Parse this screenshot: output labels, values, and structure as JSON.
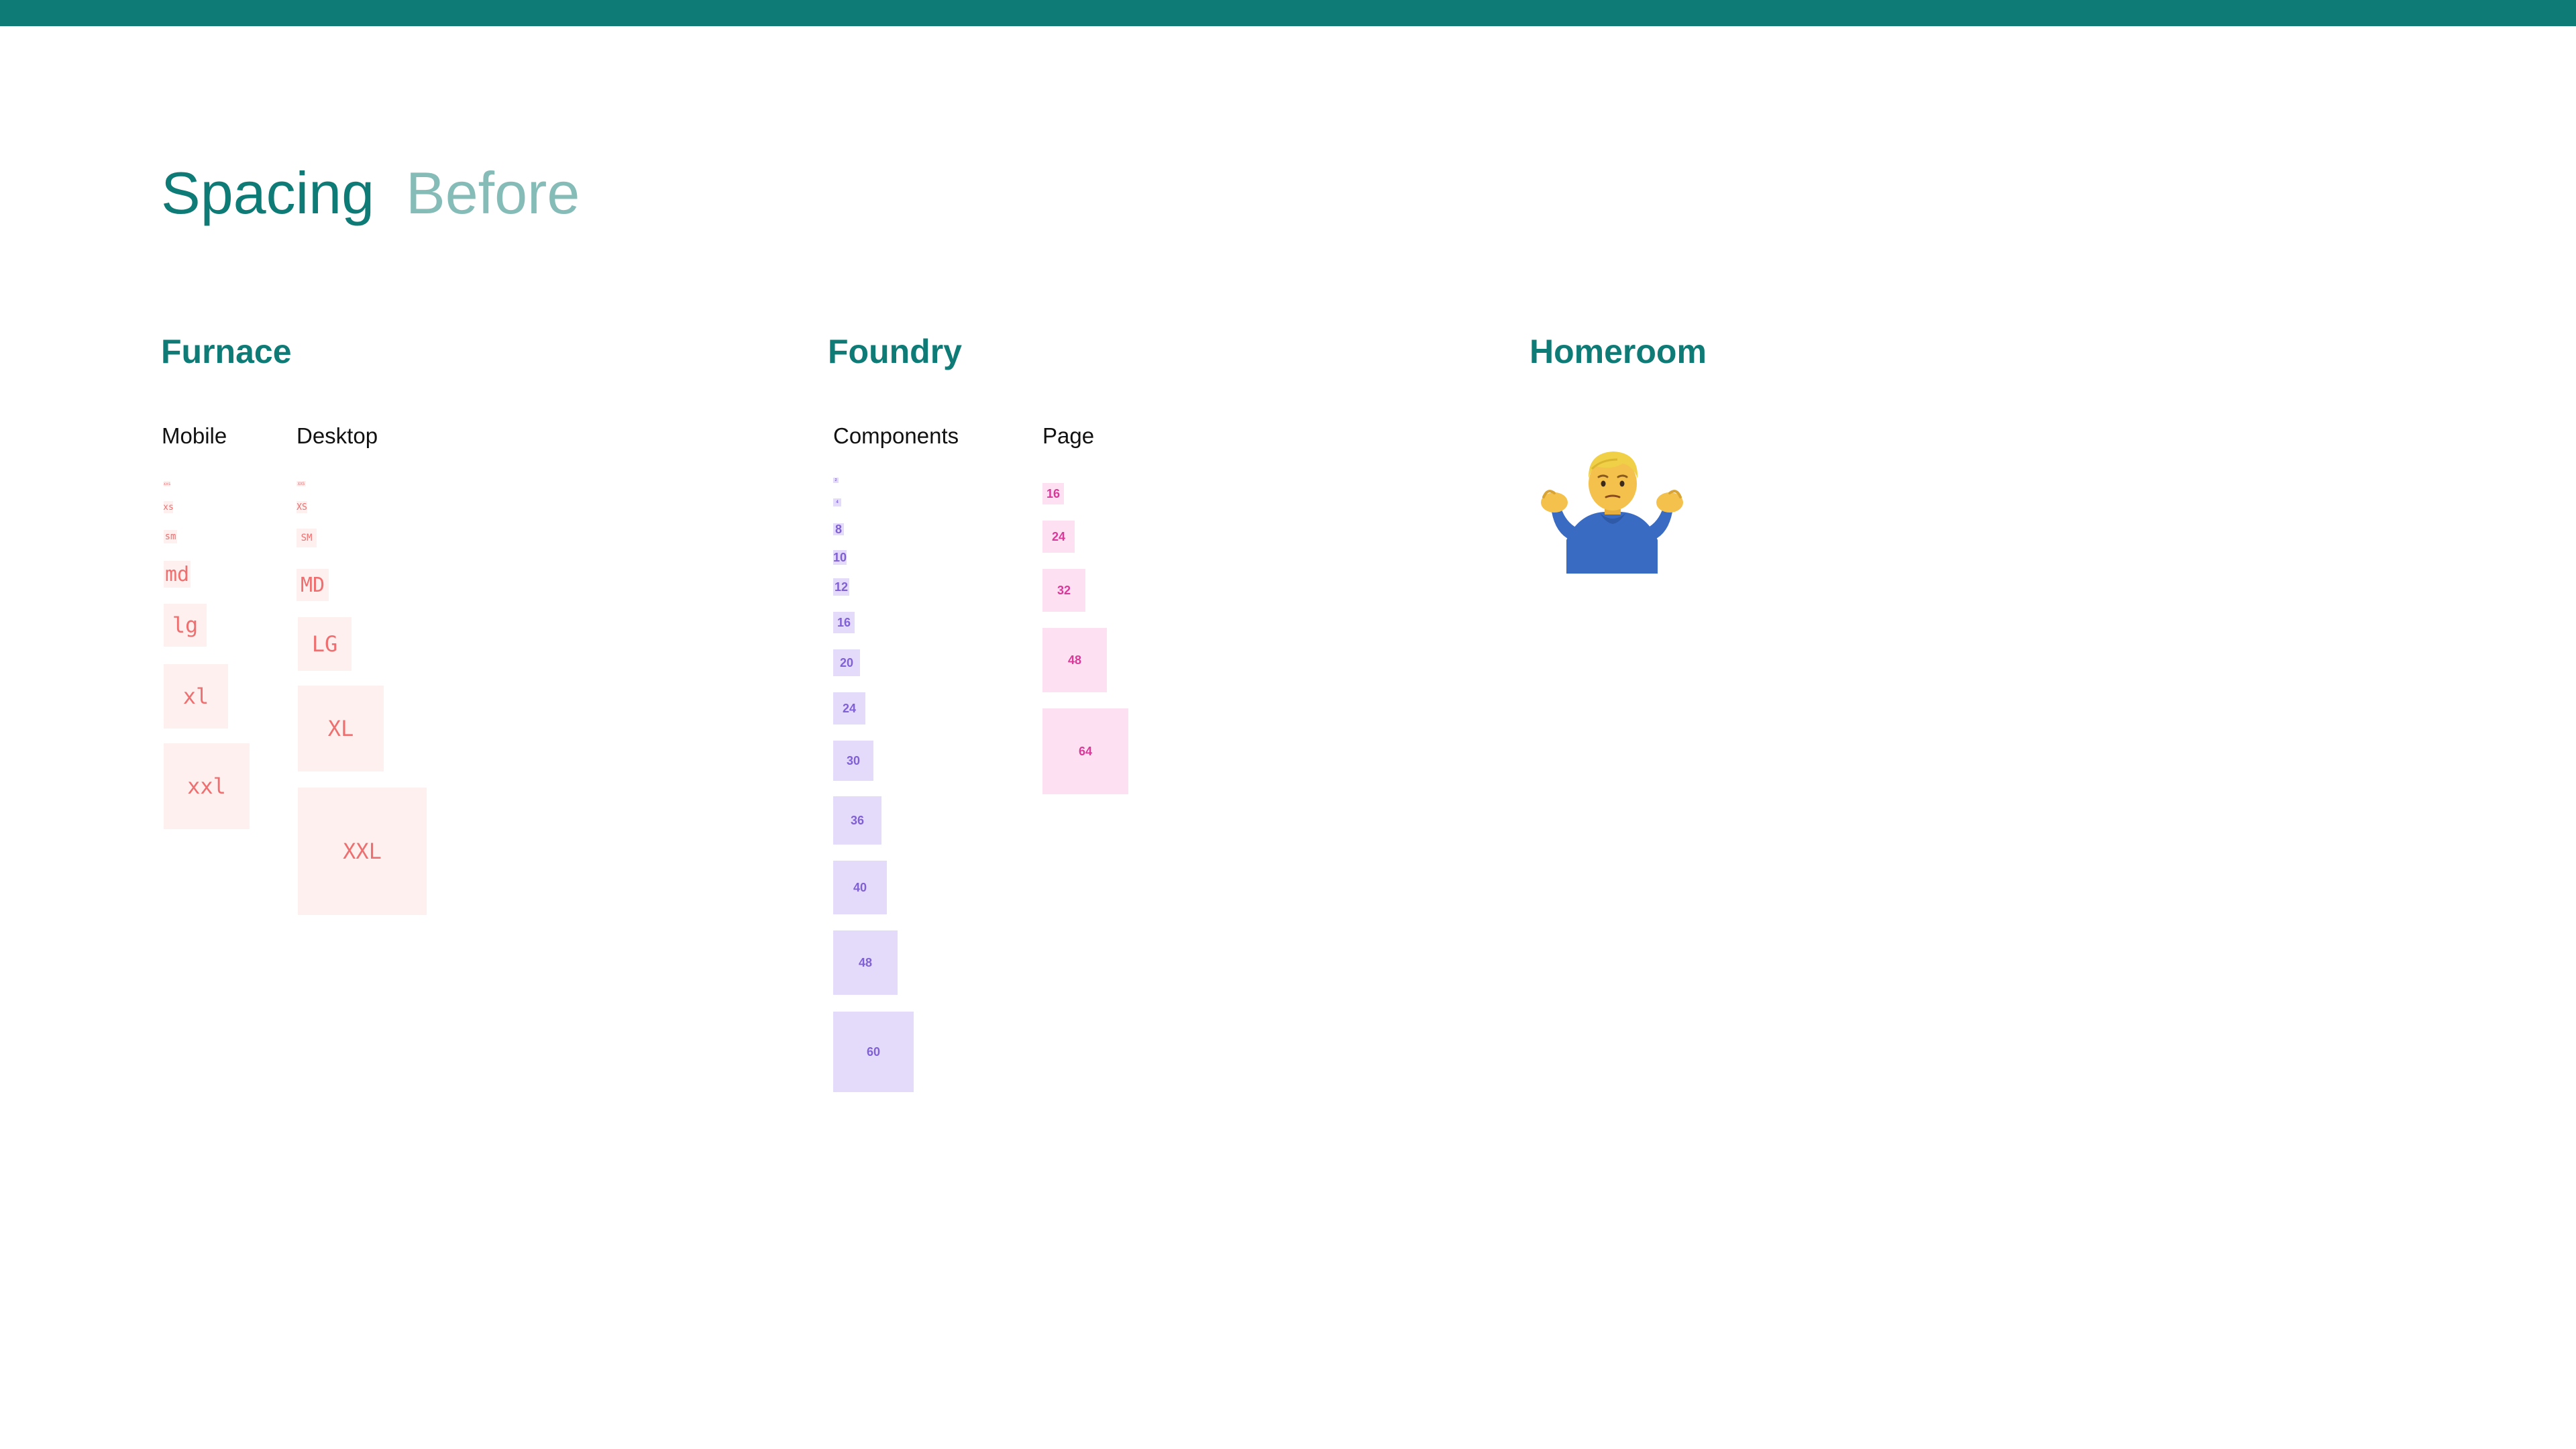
{
  "header": {
    "title": "Spacing",
    "subtitle": "Before",
    "bar_color": "#0f7b76"
  },
  "sections": {
    "furnace": {
      "title": "Furnace",
      "mobile_label": "Mobile",
      "desktop_label": "Desktop",
      "mobile": [
        "xxs",
        "xs",
        "sm",
        "md",
        "lg",
        "xl",
        "xxl"
      ],
      "desktop": [
        "XXS",
        "XS",
        "SM",
        "MD",
        "LG",
        "XL",
        "XXL"
      ]
    },
    "foundry": {
      "title": "Foundry",
      "components_label": "Components",
      "page_label": "Page",
      "components": [
        "2",
        "4",
        "8",
        "10",
        "12",
        "16",
        "20",
        "24",
        "30",
        "36",
        "40",
        "48",
        "60"
      ],
      "page": [
        "16",
        "24",
        "32",
        "48",
        "64"
      ]
    },
    "homeroom": {
      "title": "Homeroom",
      "icon": "person-shrugging-icon"
    }
  },
  "colors": {
    "teal": "#0f7b76",
    "teal_light": "#86bcb8",
    "furnace_bg": "#fff0f0",
    "furnace_text": "#ee6f6f",
    "foundry_component_bg": "#e4daf9",
    "foundry_component_text": "#8060d6",
    "foundry_page_bg": "#fde0f1",
    "foundry_page_text": "#d83a98"
  }
}
